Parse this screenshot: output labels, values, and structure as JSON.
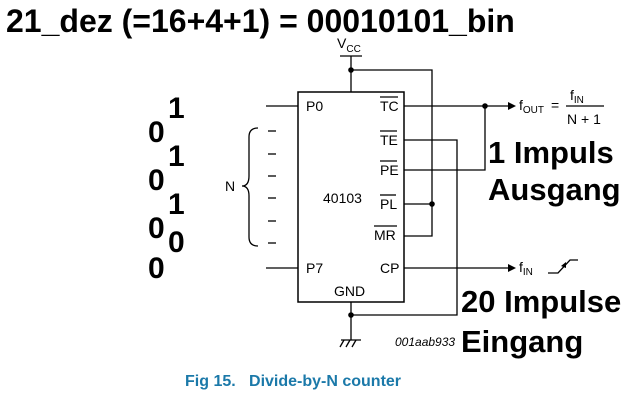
{
  "title": "21_dez (=16+4+1) = 00010101_bin",
  "bits": [
    "1",
    "0",
    "1",
    "0",
    "1",
    "0",
    "0",
    "0"
  ],
  "supply": {
    "main": "V",
    "sub": "CC"
  },
  "ground": "GND",
  "chip": {
    "name": "40103",
    "left_pins": [
      "P0",
      "P7"
    ],
    "right_pins": [
      "TC",
      "TE",
      "PE",
      "PL",
      "MR",
      "CP"
    ]
  },
  "n_label": "N",
  "output_formula": {
    "f": "f",
    "f_sub": "OUT",
    "eq": "=",
    "num_f": "f",
    "num_sub": "IN",
    "den": "N + 1"
  },
  "input_label": {
    "f": "f",
    "f_sub": "IN"
  },
  "annotations": {
    "output_line1": "1 Impuls",
    "output_line2": "Ausgang",
    "input_line1": "20 Impulse",
    "input_line2": "Eingang"
  },
  "ref_code": "001aab933",
  "caption": "Fig 15.   Divide-by-N counter"
}
